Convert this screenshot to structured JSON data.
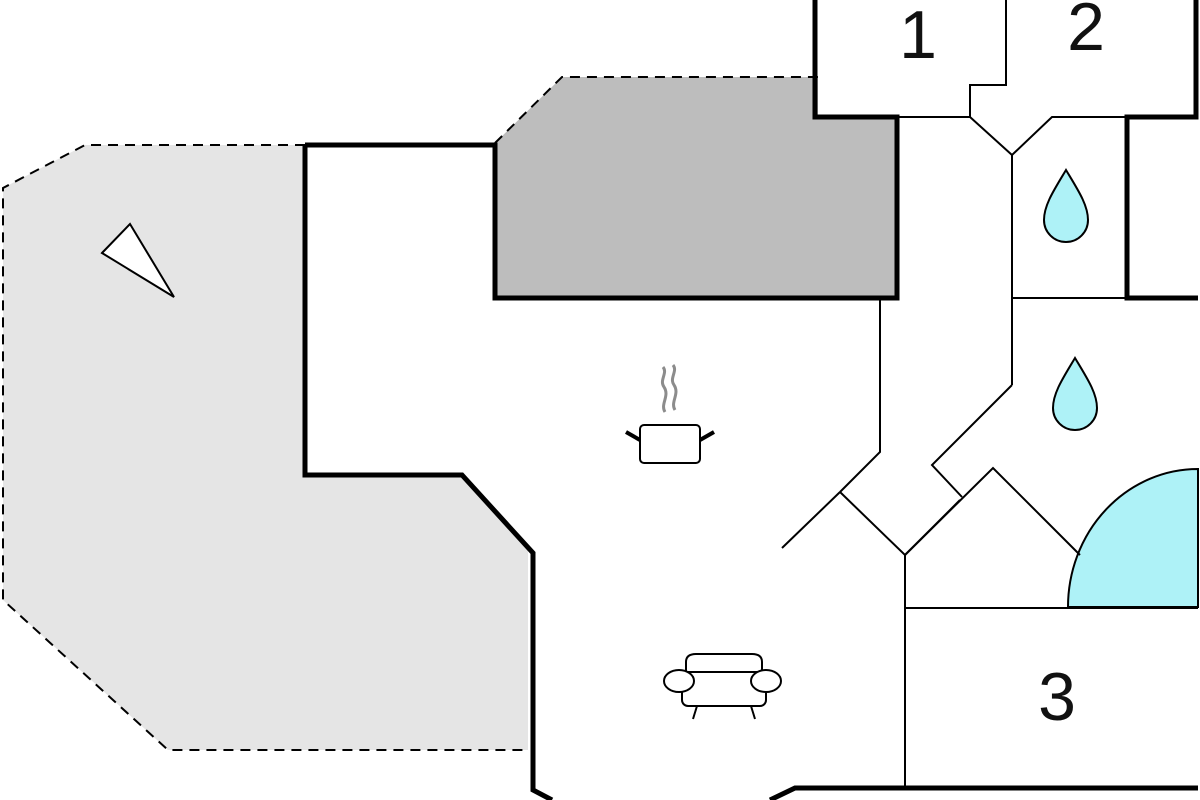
{
  "colors": {
    "background": "#ffffff",
    "wall": "#000000",
    "terrace": "#e5e5e5",
    "covered_area": "#bdbdbd",
    "water": "#aef2f7",
    "steam": "#8c8c8c"
  },
  "icons": [
    "compass-north-icon",
    "cooking-pot-icon",
    "sofa-icon",
    "water-drop-icon",
    "shower-area-icon"
  ],
  "rooms": {
    "bedroom_1": {
      "number": "1"
    },
    "bedroom_2": {
      "number": "2"
    },
    "bedroom_3": {
      "number": "3"
    }
  }
}
